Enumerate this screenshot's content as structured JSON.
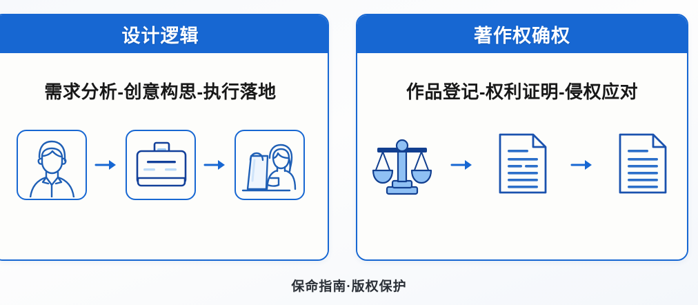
{
  "page": {
    "background_color": "#f7f9fc",
    "footer_caption": "保命指南·版权保护"
  },
  "cards": [
    {
      "id": "design-logic",
      "header_title": "设计逻辑",
      "header_color": "#1767d2",
      "subtitle": "需求分析-创意构思-执行落地",
      "subtitle_color": "#181818",
      "steps": [
        {
          "label": "需求分析",
          "icon": "user-portrait-icon"
        },
        {
          "label": "创意构思",
          "icon": "presentation-board-icon"
        },
        {
          "label": "执行落地",
          "icon": "designer-at-easel-icon"
        }
      ],
      "connector": "arrow-right-icon"
    },
    {
      "id": "copyright-confirmation",
      "header_title": "著作权确权",
      "header_color": "#1767d2",
      "subtitle": "作品登记-权利证明-侵权应对",
      "subtitle_color": "#181818",
      "steps": [
        {
          "label": "作品登记",
          "icon": "balance-scales-icon"
        },
        {
          "label": "权利证明",
          "icon": "document-lines-icon"
        },
        {
          "label": "侵权应对",
          "icon": "document-lines-icon"
        }
      ],
      "connector": "arrow-right-icon"
    }
  ],
  "colors": {
    "brand_blue": "#1767d2",
    "deep_blue": "#123f8f",
    "light_blue": "#a9cdf5",
    "card_bg": "#fdfdfb",
    "text_dark": "#181818"
  }
}
